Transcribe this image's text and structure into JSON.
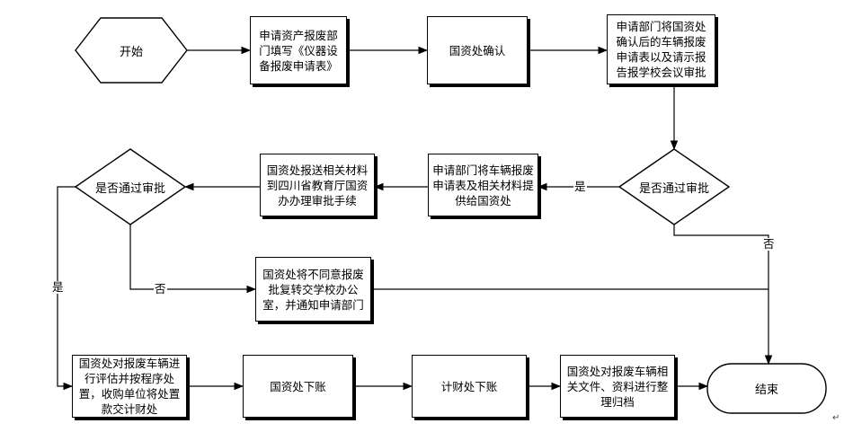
{
  "nodes": {
    "start": "开始",
    "apply_fill": "申请资产报废部门填写《仪器设备报废申请表》",
    "gzc_confirm": "国资处确认",
    "dept_report": "申请部门将国资处确认后的车辆报废申请表以及请示报告报学校会议审批",
    "decision_meeting": "是否通过审批",
    "dept_submit": "申请部门将车辆报废申请表及相关材料提供给国资处",
    "gzc_send_province": "国资处报送相关材料到四川省教育厅国资办办理审批手续",
    "decision_province": "是否通过审批",
    "gzc_reject_notice": "国资处将不同意报废批复转交学校办公室，并通知申请部门",
    "gzc_evaluate": "国资处对报废车辆进行评估并按程序处置，收购单位将处置款交计财处",
    "gzc_account": "国资处下账",
    "finance_account": "计财处下账",
    "gzc_archive": "国资处对报废车辆相关文件、资料进行整理归档",
    "end": "结束"
  },
  "edge_labels": {
    "meeting_yes": "是",
    "meeting_no": "否",
    "province_yes": "是",
    "province_no": "否"
  },
  "paragraph_mark": "↵"
}
